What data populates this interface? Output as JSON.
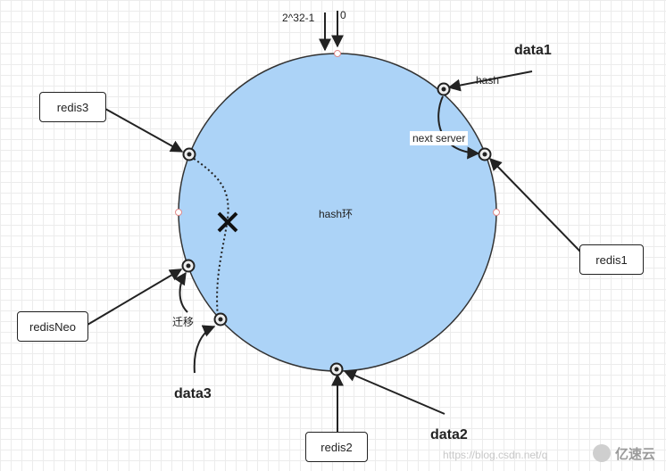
{
  "ring": {
    "label": "hash环",
    "fill": "#acd3f7",
    "stroke": "#333333"
  },
  "nodes": {
    "redis1": "redis1",
    "redis2": "redis2",
    "redis3": "redis3",
    "redisNeo": "redisNeo"
  },
  "data_labels": {
    "data1": "data1",
    "data2": "data2",
    "data3": "data3"
  },
  "annotations": {
    "max_hash": "2^32-1",
    "zero": "0",
    "hash": "hash",
    "next_server": "next server",
    "migrate": "迁移"
  },
  "watermark": {
    "url": "https://blog.csdn.net/q",
    "brand": "亿速云"
  }
}
